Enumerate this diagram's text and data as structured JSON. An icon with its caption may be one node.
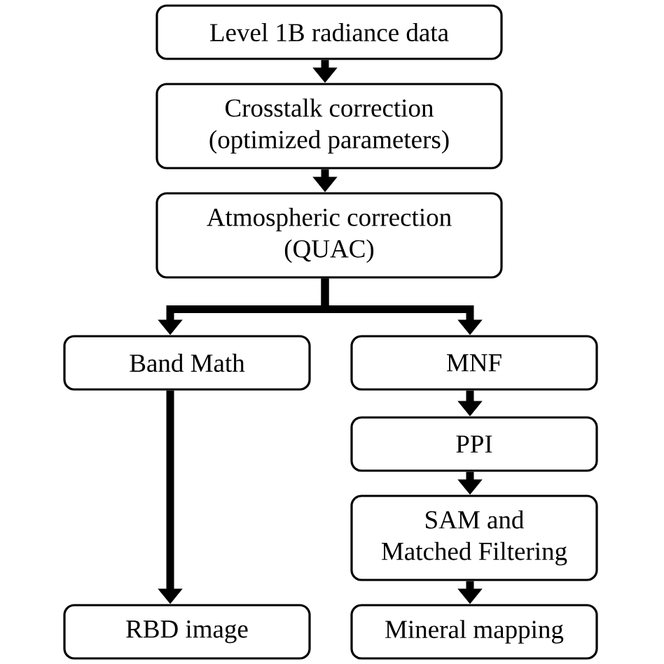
{
  "diagram": {
    "nodes": [
      {
        "text": [
          "Level 1B radiance data"
        ]
      },
      {
        "text": [
          "Crosstalk correction (optimized parameters)"
        ]
      },
      {
        "text": [
          "Atmospheric correction (QUAC)"
        ]
      },
      {
        "text": [
          "Band Math"
        ]
      },
      {
        "text": [
          "MNF"
        ]
      },
      {
        "text": [
          "PPI"
        ]
      },
      {
        "text": [
          "SAM and Matched Filtering"
        ]
      },
      {
        "text": [
          "RBD image"
        ]
      },
      {
        "text": [
          "Mineral mapping"
        ]
      }
    ],
    "edges": [
      {
        "from": 0,
        "to": 1,
        "arrow": "to"
      },
      {
        "from": 1,
        "to": 2,
        "arrow": "to"
      },
      {
        "from": 2,
        "to": 3,
        "arrow": "to"
      },
      {
        "from": 2,
        "to": 4,
        "arrow": "to"
      },
      {
        "from": 3,
        "to": 7,
        "arrow": "to"
      },
      {
        "from": 4,
        "to": 5,
        "arrow": "to"
      },
      {
        "from": 5,
        "to": 6,
        "arrow": "to"
      },
      {
        "from": 6,
        "to": 8,
        "arrow": "to"
      }
    ]
  }
}
